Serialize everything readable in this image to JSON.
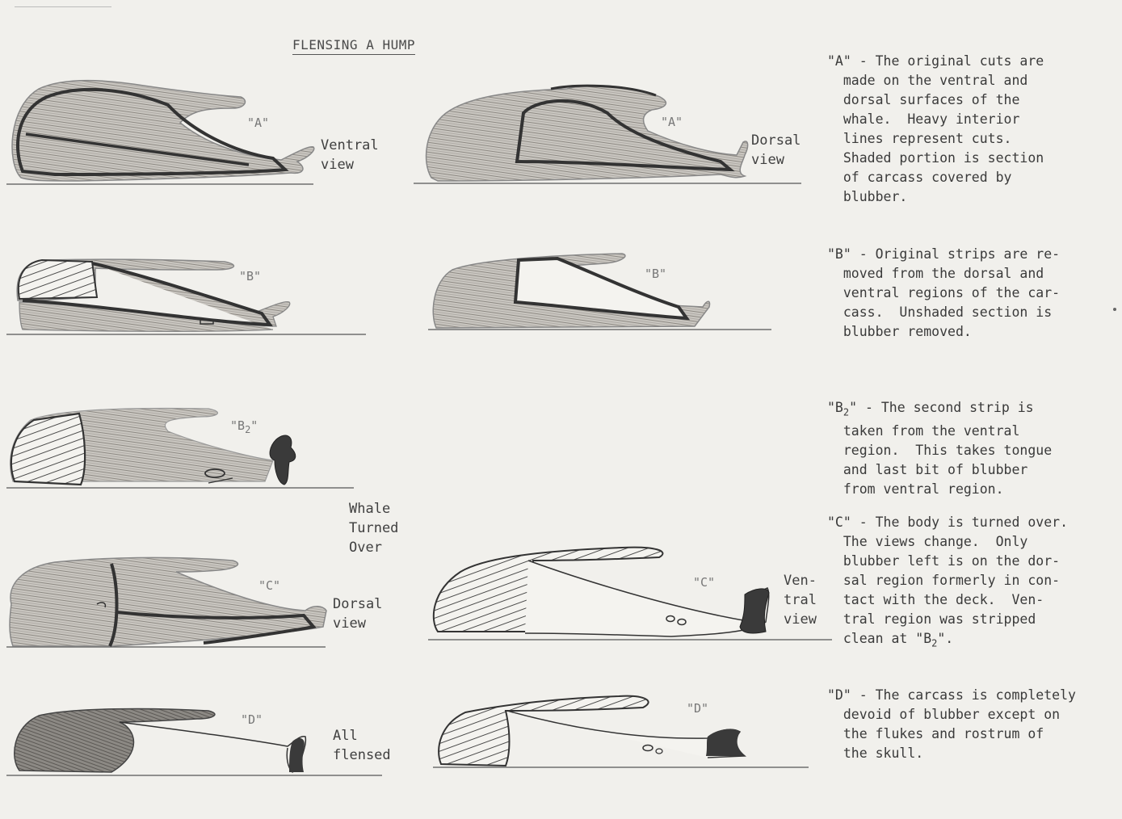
{
  "title": "FLENSING A HUMP",
  "figures": {
    "a_ventral": {
      "tag": "\"A\"",
      "view": "Ventral\nview"
    },
    "a_dorsal": {
      "tag": "\"A\"",
      "view": "Dorsal\nview"
    },
    "b_ventral": {
      "tag": "\"B\""
    },
    "b_dorsal": {
      "tag": "\"B\""
    },
    "b2": {
      "tag": "\"B",
      "tag_sub": "2",
      "tag_end": "\""
    },
    "turned_note": "Whale\nTurned\nOver",
    "c_dorsal": {
      "tag": "\"C\"",
      "view": "Dorsal\nview"
    },
    "c_ventral": {
      "tag": "\"C\"",
      "view": "Ven-\ntral\nview"
    },
    "d_left": {
      "tag": "\"D\"",
      "view": "All\nflensed"
    },
    "d_right": {
      "tag": "\"D\""
    }
  },
  "captions": {
    "a": {
      "head": "\"A\" - The original cuts are\n",
      "body": "  made on the ventral and\n  dorsal surfaces of the\n  whale.  Heavy interior\n  lines represent cuts.\n  Shaded portion is section\n  of carcass covered by\n  blubber."
    },
    "b": {
      "head": "\"B\" - Original strips are re-\n",
      "body": "  moved from the dorsal and\n  ventral regions of the car-\n  cass.  Unshaded section is\n  blubber removed."
    },
    "b2": {
      "head_pre": "\"B",
      "head_sub": "2",
      "head_post": "\" - The second strip is\n",
      "body": "  taken from the ventral\n  region.  This takes tongue\n  and last bit of blubber\n  from ventral region."
    },
    "c": {
      "head": "\"C\" - The body is turned over.\n",
      "body_pre": "  The views change.  Only\n  blubber left is on the dor-\n  sal region formerly in con-\n  tact with the deck.  Ven-\n  tral region was stripped\n  clean at \"B",
      "body_sub": "2",
      "body_post": "\"."
    },
    "d": {
      "head": "\"D\" - The carcass is completely\n",
      "body": "  devoid of blubber except on\n  the flukes and rostrum of\n  the skull."
    }
  }
}
